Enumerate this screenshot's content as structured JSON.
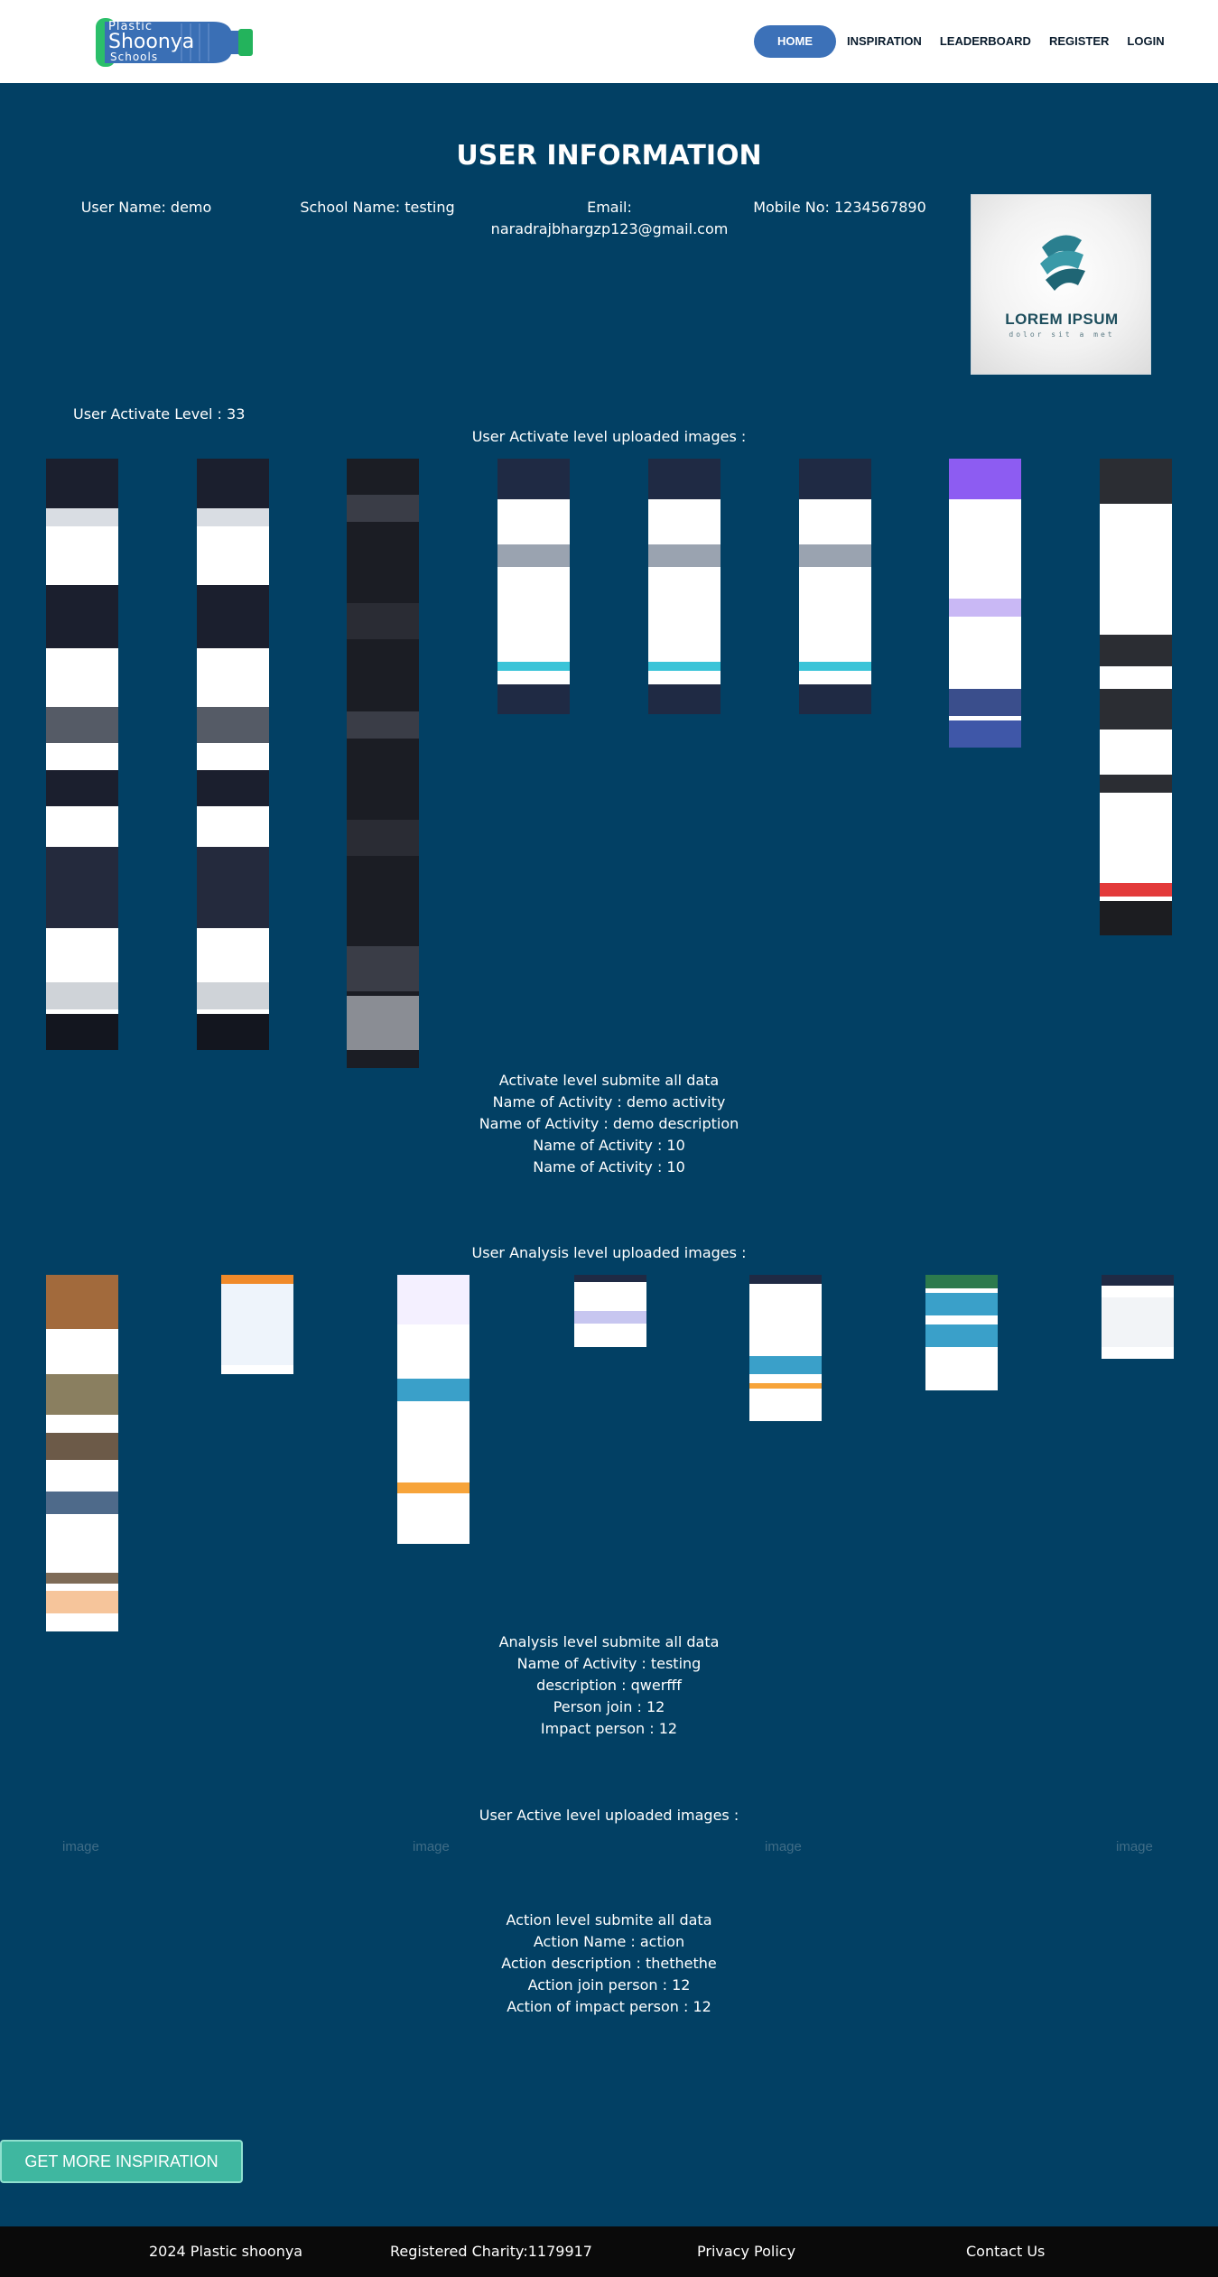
{
  "header": {
    "logo": {
      "line1": "Plastic",
      "line2": "Shoonya",
      "line3": "Schools"
    },
    "nav": [
      {
        "label": "HOME",
        "active": true
      },
      {
        "label": "INSPIRATION",
        "active": false
      },
      {
        "label": "LEADERBOARD",
        "active": false
      },
      {
        "label": "REGISTER",
        "active": false
      },
      {
        "label": "LOGIN",
        "active": false
      }
    ]
  },
  "user": {
    "title": "USER INFORMATION",
    "name": "User Name: demo",
    "school": "School Name: testing",
    "email_label": "Email:",
    "email": "naradrajbhargzp123@gmail.com",
    "mobile": "Mobile No: 1234567890",
    "avatar": {
      "brand": "LOREM IPSUM",
      "tagline": "dolor sit a met"
    },
    "activate_level": "User Activate Level : 33"
  },
  "activate": {
    "label": "User Activate level uploaded images :",
    "summary": [
      "Activate level submite all data",
      "Name of Activity : demo activity",
      "Name of Activity : demo description",
      "Name of Activity : 10",
      "Name of Activity : 10"
    ]
  },
  "analysis": {
    "label": "User Analysis level uploaded images :",
    "summary": [
      "Analysis level submite all data",
      "Name of Activity : testing",
      "description : qwerfff",
      "Person join : 12",
      "Impact person : 12"
    ]
  },
  "active": {
    "label": "User Active level uploaded images :",
    "broken_images": [
      "image",
      "image",
      "image",
      "image"
    ],
    "summary": [
      "Action level submite all data",
      "Action Name : action",
      "Action description : thethethe",
      "Action join person : 12",
      "Action of impact person : 12"
    ]
  },
  "cta": {
    "label": "GET MORE INSPIRATION"
  },
  "footer": {
    "copyright": "2024 Plastic shoonya",
    "charity": "Registered Charity:1179917",
    "privacy": "Privacy Policy",
    "contact": "Contact Us"
  },
  "colors": {
    "background": "#024064",
    "nav_active": "#3c71b8",
    "cta": "#3fb7a0",
    "footer": "#0a0a0a"
  }
}
